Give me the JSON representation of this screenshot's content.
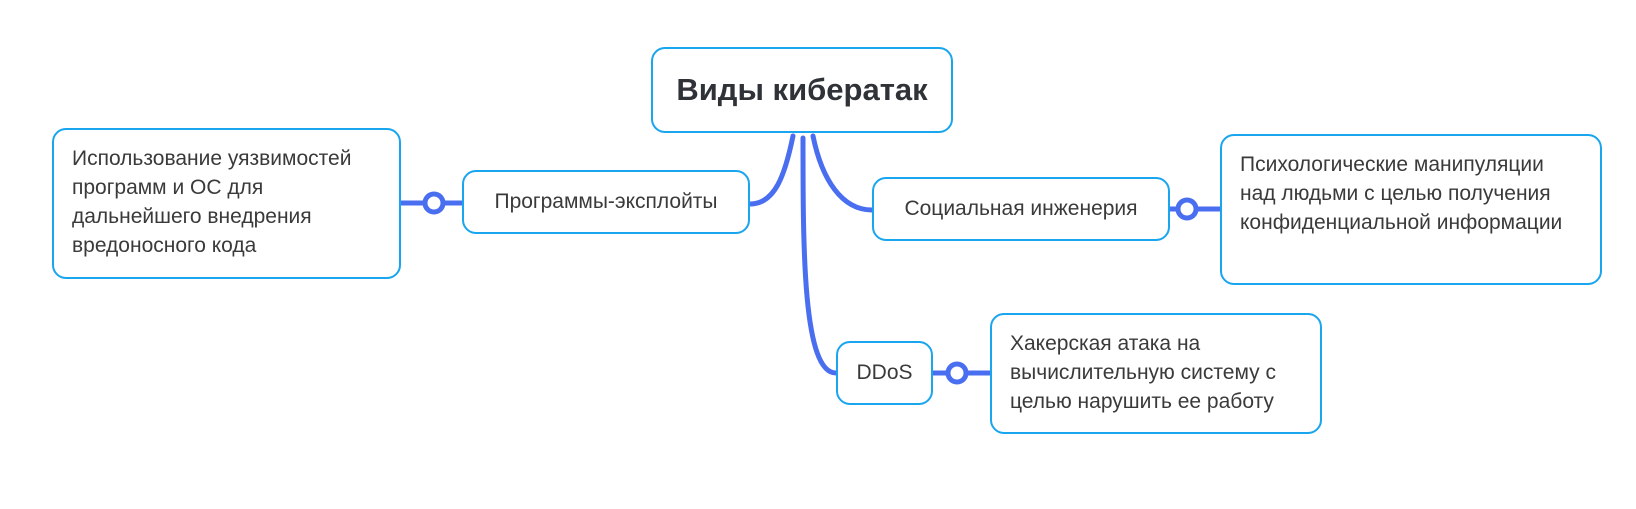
{
  "diagram": {
    "root": {
      "label": "Виды кибератак"
    },
    "branches": [
      {
        "label": "Программы-эксплойты",
        "detail": "Использование уязвимостей программ и ОС для дальнейшего внедрения вредоносного кода"
      },
      {
        "label": "Социальная инженерия",
        "detail": "Психологические манипуляции над людьми с целью получения конфиденциальной информации"
      },
      {
        "label": "DDoS",
        "detail": "Хакерская атака на вычислительную систему с целью нарушить ее работу"
      }
    ]
  },
  "colors": {
    "node_border": "#1aa5ef",
    "connector": "#4a6ef0",
    "text": "#3a3a3a"
  }
}
